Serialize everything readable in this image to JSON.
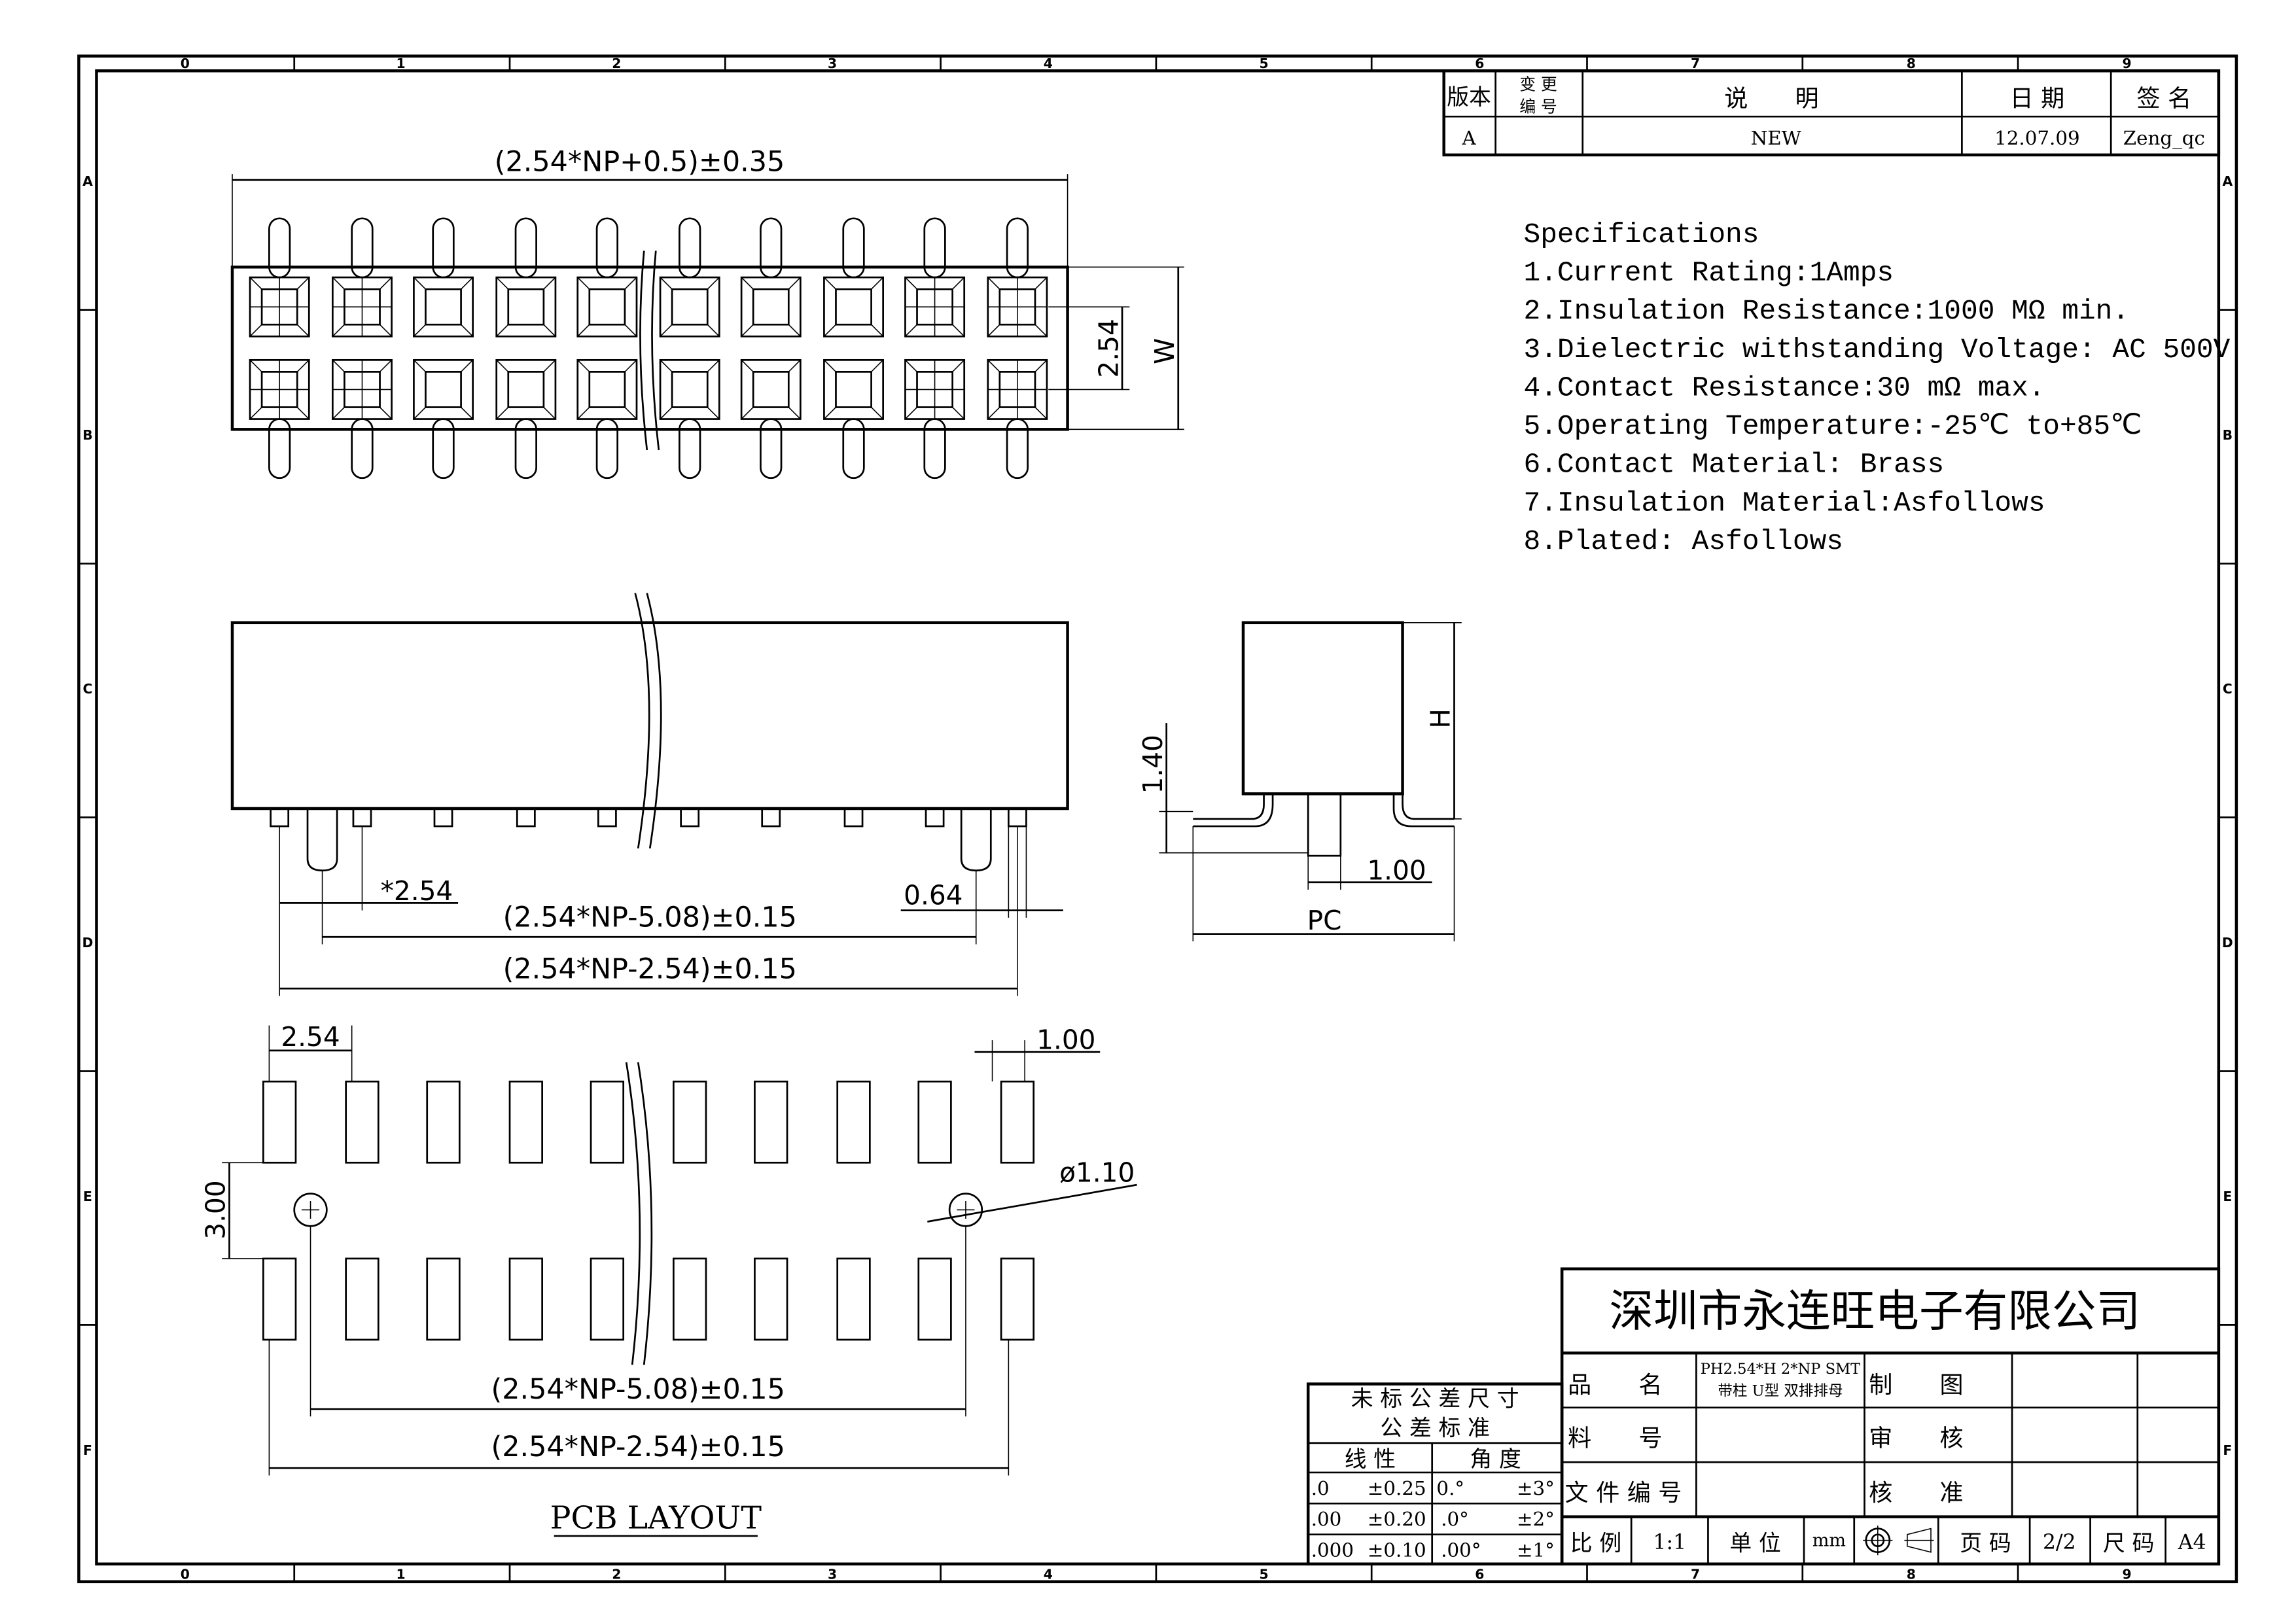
{
  "border": {
    "columns": [
      "0",
      "1",
      "2",
      "3",
      "4",
      "5",
      "6",
      "7",
      "8",
      "9"
    ],
    "rows": [
      "A",
      "B",
      "C",
      "D",
      "E",
      "F"
    ]
  },
  "revision_table": {
    "headers": {
      "version": "版本",
      "change_no_1": "变 更",
      "change_no_2": "编 号",
      "description": "说　　明",
      "date": "日 期",
      "signature": "签 名"
    },
    "row": {
      "version": "A",
      "change_no": "",
      "description": "NEW",
      "date": "12.07.09",
      "signature": "Zeng_qc"
    }
  },
  "specifications": {
    "title": "Specifications",
    "items": [
      "1.Current Rating:1Amps",
      "2.Insulation Resistance:1000 MΩ min.",
      "3.Dielectric withstanding Voltage: AC 500V",
      "4.Contact Resistance:30 mΩ max.",
      "5.Operating Temperature:-25℃ to+85℃",
      "6.Contact Material:  Brass",
      "7.Insulation Material:Asfollows",
      "8.Plated: Asfollows"
    ]
  },
  "top_view": {
    "overall": "(2.54*NP+0.5)±0.35",
    "pitch": "2.54",
    "width": "W"
  },
  "side_view": {
    "pitch": "*2.54",
    "pin_width": "0.64",
    "post_span": "(2.54*NP-5.08)±0.15",
    "pin_span": "(2.54*NP-2.54)±0.15"
  },
  "end_view": {
    "height": "H",
    "standoff": "1.40",
    "post": "1.00",
    "pc": "PC"
  },
  "pcb_layout": {
    "title": "PCB LAYOUT",
    "pitch": "2.54",
    "pad_width": "1.00",
    "row_spacing": "3.00",
    "hole": "ø1.10",
    "post_span": "(2.54*NP-5.08)±0.15",
    "pin_span": "(2.54*NP-2.54)±0.15"
  },
  "tolerance_table": {
    "title1": "未 标 公 差 尺 寸",
    "title2": "公 差 标 准",
    "linear": "线 性",
    "angle": "角 度",
    "rows": [
      {
        "lin": ".0",
        "lin_tol": "±0.25",
        "ang": "0.°",
        "ang_tol": "±3°"
      },
      {
        "lin": ".00",
        "lin_tol": "±0.20",
        "ang": ".0°",
        "ang_tol": "±2°"
      },
      {
        "lin": ".000",
        "lin_tol": "±0.10",
        "ang": ".00°",
        "ang_tol": "±1°"
      }
    ]
  },
  "title_block": {
    "company": "深圳市永连旺电子有限公司",
    "product_name_label": "品　　名",
    "product_name_1": "PH2.54*H 2*NP SMT",
    "product_name_2": "带柱 U型 双排排母",
    "part_no_label": "料　　号",
    "doc_no_label": "文 件 编 号",
    "drawn_label": "制　　图",
    "checked_label": "审　　核",
    "approved_label": "核　　准",
    "scale_label": "比 例",
    "scale": "1:1",
    "unit_label": "单 位",
    "unit": "mm",
    "page_label": "页 码",
    "page": "2/2",
    "size_label": "尺 码",
    "size": "A4"
  }
}
